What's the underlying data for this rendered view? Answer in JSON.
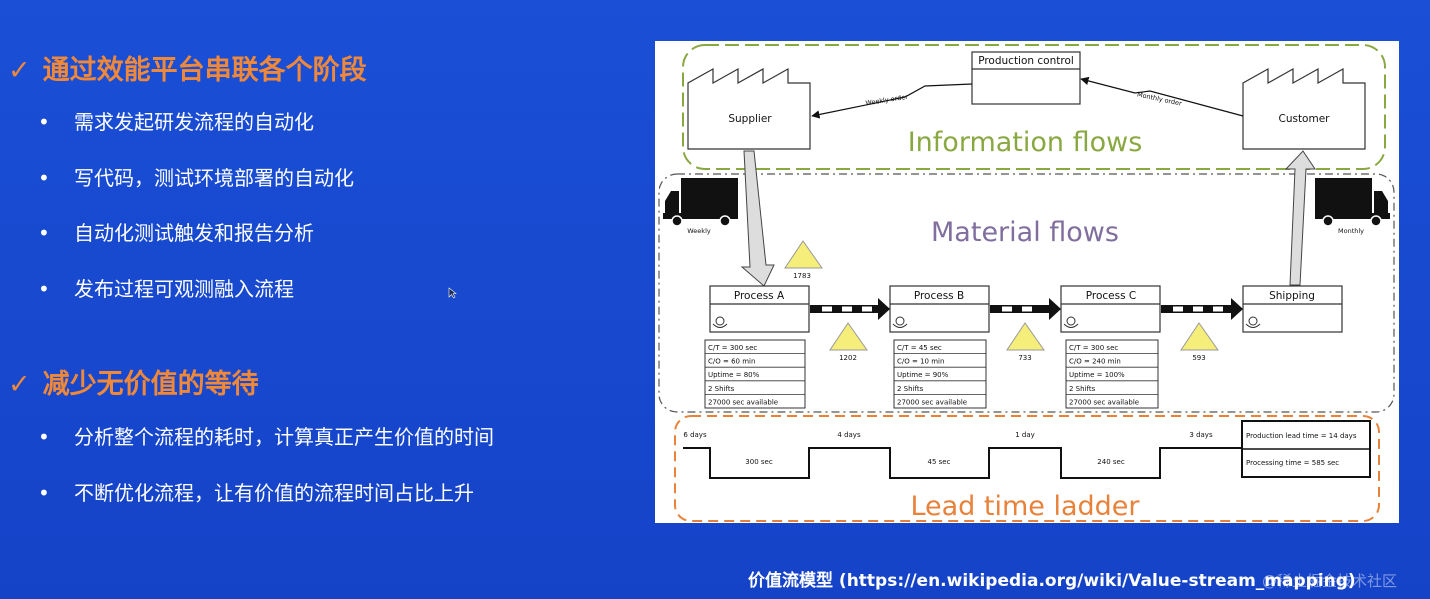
{
  "sections": [
    {
      "title": "通过效能平台串联各个阶段",
      "bullets": [
        "需求发起研发流程的自动化",
        "写代码，测试环境部署的自动化",
        "自动化测试触发和报告分析",
        "发布过程可观测融入流程"
      ]
    },
    {
      "title": "减少无价值的等待",
      "bullets": [
        "分析整个流程的耗时，计算真正产生价值的时间",
        "不断优化流程，让有价值的流程时间占比上升"
      ]
    }
  ],
  "icons": {
    "check": "check-mark-icon",
    "bullet": "bullet-dot-icon",
    "cursor": "mouse-cursor-icon"
  },
  "colors": {
    "accent": "#f0883a",
    "background": "#1a4fd6",
    "info_zone": "#8aa842",
    "material_zone": "#7f6e9e",
    "lead_zone": "#e8823a",
    "inventory": "#f5ee7a"
  },
  "diagram": {
    "production_control": "Production control",
    "supplier": "Supplier",
    "customer": "Customer",
    "weekly_order": "Weekly order",
    "monthly_order": "Monthly order",
    "weekly": "Weekly",
    "monthly": "Monthly",
    "info_flows": "Information flows",
    "material_flows": "Material flows",
    "lead_ladder": "Lead time ladder",
    "processes": [
      {
        "name": "Process A",
        "data": [
          "C/T = 300 sec",
          "C/O = 60 min",
          "Uptime = 80%",
          "2 Shifts",
          "27000 sec available"
        ]
      },
      {
        "name": "Process B",
        "data": [
          "C/T = 45 sec",
          "C/O = 10 min",
          "Uptime = 90%",
          "2 Shifts",
          "27000 sec available"
        ]
      },
      {
        "name": "Process C",
        "data": [
          "C/T = 300 sec",
          "C/O = 240 min",
          "Uptime = 100%",
          "2 Shifts",
          "27000 sec available"
        ]
      },
      {
        "name": "Shipping",
        "data": []
      }
    ],
    "inventory": [
      "1783",
      "1202",
      "733",
      "593"
    ],
    "ladder_days": [
      "6 days",
      "4 days",
      "1 day",
      "3 days"
    ],
    "ladder_secs": [
      "300 sec",
      "45 sec",
      "240 sec"
    ],
    "lead_time": "Production lead time = 14 days",
    "processing_time": "Processing time = 585 sec"
  },
  "caption": "价值流模型 (https://en.wikipedia.org/wiki/Value-stream_mapping)",
  "watermark": "@稀土掘金技术社区"
}
